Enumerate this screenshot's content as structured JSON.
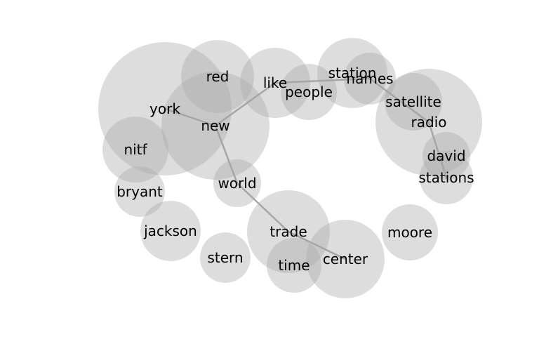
{
  "nodes": [
    {
      "id": "york",
      "label": "york"
    },
    {
      "id": "red",
      "label": "red"
    },
    {
      "id": "new",
      "label": "new"
    },
    {
      "id": "like",
      "label": "like"
    },
    {
      "id": "people",
      "label": "people"
    },
    {
      "id": "station",
      "label": "station"
    },
    {
      "id": "names",
      "label": "names"
    },
    {
      "id": "satellite",
      "label": "satellite"
    },
    {
      "id": "radio",
      "label": "radio"
    },
    {
      "id": "david",
      "label": "david"
    },
    {
      "id": "stations",
      "label": "stations"
    },
    {
      "id": "nitf",
      "label": "nitf"
    },
    {
      "id": "bryant",
      "label": "bryant"
    },
    {
      "id": "world",
      "label": "world"
    },
    {
      "id": "jackson",
      "label": "jackson"
    },
    {
      "id": "trade",
      "label": "trade"
    },
    {
      "id": "moore",
      "label": "moore"
    },
    {
      "id": "stern",
      "label": "stern"
    },
    {
      "id": "time",
      "label": "time"
    },
    {
      "id": "center",
      "label": "center"
    }
  ],
  "edges": [
    [
      "york",
      "new"
    ],
    [
      "new",
      "like"
    ],
    [
      "new",
      "world"
    ],
    [
      "like",
      "names"
    ],
    [
      "names",
      "radio"
    ],
    [
      "radio",
      "stations"
    ],
    [
      "world",
      "trade"
    ],
    [
      "trade",
      "center"
    ]
  ],
  "colors": {
    "bubble": "#aaaaaa",
    "edge": "#a6a6a6",
    "text": "#000000"
  }
}
